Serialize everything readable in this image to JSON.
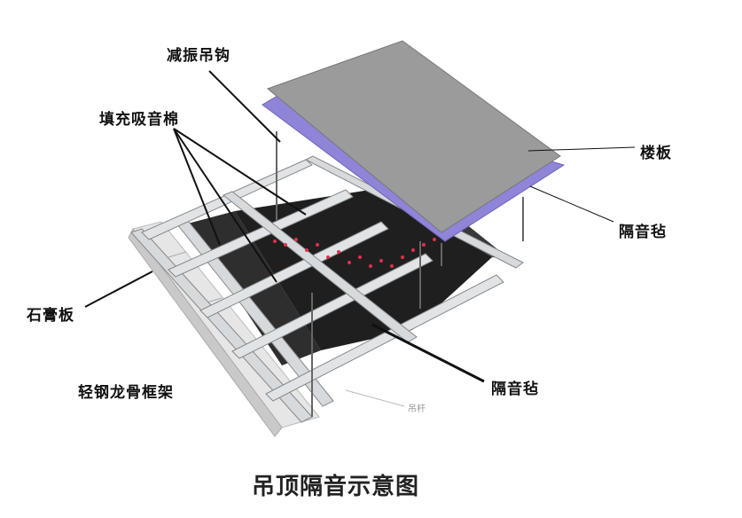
{
  "labels": {
    "shock_hanger": "减振吊钩",
    "fill_wool": "填充吸音棉",
    "floor_slab": "楼板",
    "felt_top": "隔音毡",
    "gypsum_board": "石膏板",
    "felt_bottom": "隔音毡",
    "steel_keel": "轻钢龙骨框架",
    "hanger_rod": "吊杆"
  },
  "caption": "吊顶隔音示意图",
  "colors": {
    "slab": "#9a9a9a",
    "felt": "#8e84d8",
    "keel": "#d9dde0",
    "wool": "#2b2b2b",
    "board": "#e4e4e4",
    "dots": "#e0304a"
  }
}
